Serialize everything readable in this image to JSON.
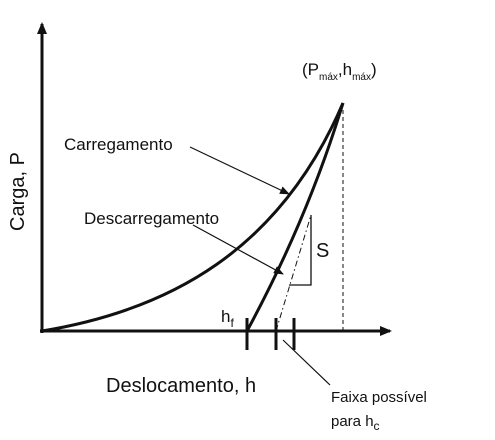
{
  "labels": {
    "y_axis": "Carga, P",
    "x_axis": "Deslocamento, h",
    "loading": "Carregamento",
    "unloading": "Descarregamento",
    "stiffness": "S",
    "max_point": {
      "open": "(P",
      "p_sub": "máx",
      "mid": ",h",
      "h_sub": "máx",
      "close": ")"
    },
    "hf": {
      "base": "h",
      "sub": "f"
    },
    "range_line1": "Faixa possível",
    "range_line2": {
      "base": "para h",
      "sub": "c"
    }
  }
}
